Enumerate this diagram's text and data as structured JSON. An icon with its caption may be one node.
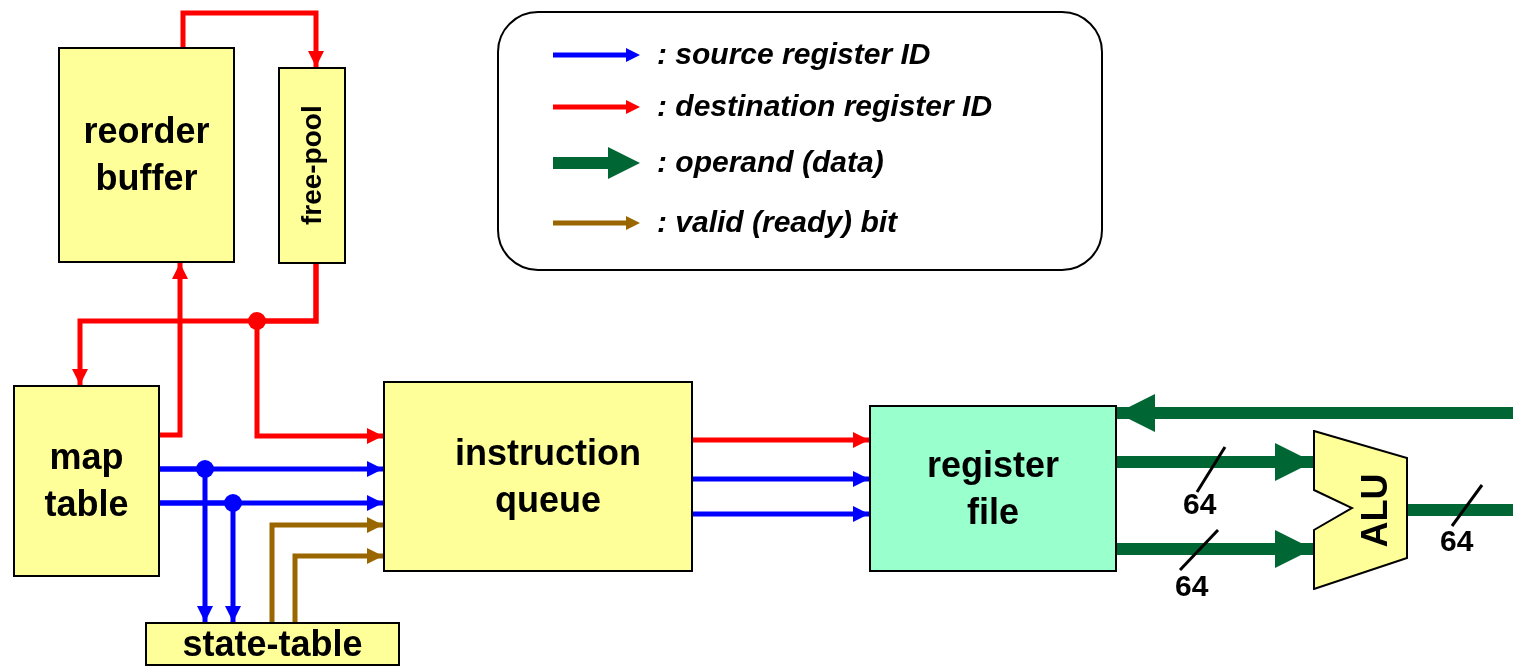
{
  "diagram": {
    "nodes": [
      {
        "text": [
          "reorder buffer"
        ]
      },
      {
        "text": [
          "free-pool"
        ]
      },
      {
        "text": [
          "map table"
        ]
      },
      {
        "text": [
          "instruction queue"
        ]
      },
      {
        "text": [
          "register file"
        ]
      },
      {
        "text": [
          "ALU"
        ]
      },
      {
        "text": [
          "state-table"
        ]
      }
    ],
    "edges": [
      {
        "from": 0,
        "to": 1,
        "arrow": "to",
        "color": "#ff0000"
      },
      {
        "from": 1,
        "to": 2,
        "arrow": "to",
        "color": "#ff0000"
      },
      {
        "from": 1,
        "to": 3,
        "arrow": "to",
        "color": "#ff0000"
      },
      {
        "from": 2,
        "to": 0,
        "arrow": "to",
        "color": "#ff0000"
      },
      {
        "from": 2,
        "to": 3,
        "arrow": "to",
        "color": "#0000ff"
      },
      {
        "from": 2,
        "to": 3,
        "arrow": "to",
        "color": "#0000ff"
      },
      {
        "from": 2,
        "to": 6,
        "arrow": "to",
        "color": "#0000ff"
      },
      {
        "from": 2,
        "to": 6,
        "arrow": "to",
        "color": "#0000ff"
      },
      {
        "from": 6,
        "to": 3,
        "arrow": "to",
        "color": "#996600"
      },
      {
        "from": 6,
        "to": 3,
        "arrow": "to",
        "color": "#996600"
      },
      {
        "from": 3,
        "to": 4,
        "arrow": "to",
        "color": "#ff0000"
      },
      {
        "from": 3,
        "to": 4,
        "arrow": "to",
        "color": "#0000ff"
      },
      {
        "from": 3,
        "to": 4,
        "arrow": "to",
        "color": "#0000ff"
      },
      {
        "from": null,
        "to": 4,
        "arrow": "to",
        "style": "thick",
        "color": "#006633"
      },
      {
        "from": 4,
        "to": 5,
        "arrow": "to",
        "style": "thick",
        "color": "#006633"
      },
      {
        "from": 4,
        "to": 5,
        "arrow": "to",
        "style": "thick",
        "color": "#006633"
      },
      {
        "from": 5,
        "to": null,
        "arrow": "none",
        "style": "thick",
        "color": "#006633"
      }
    ],
    "labels": [
      "64",
      "64",
      "64"
    ],
    "legend": [
      {
        "text": ": source register ID"
      },
      {
        "text": ": destination register ID"
      },
      {
        "text": ": operand (data)"
      },
      {
        "text": ": valid (ready) bit"
      }
    ]
  }
}
